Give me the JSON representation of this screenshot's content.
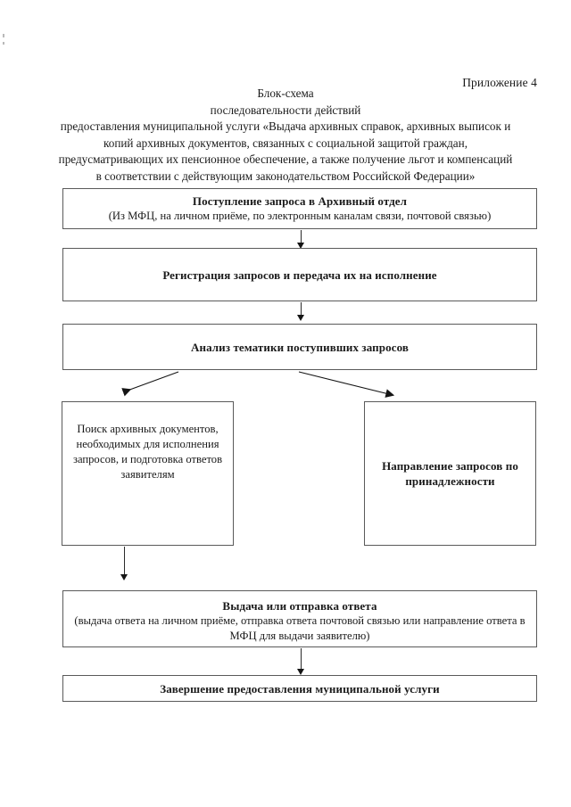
{
  "document": {
    "appendix_label": "Приложение 4",
    "title_lines": [
      "Блок-схема",
      "последовательности действий",
      "предоставления муниципальной услуги «Выдача архивных справок, архивных выписок и",
      "копий архивных документов, связанных с социальной защитой граждан,",
      "предусматривающих их пенсионное обеспечение, а также получение льгот и компенсаций",
      "в соответствии с действующим законодательством Российской Федерации»"
    ]
  },
  "flowchart": {
    "nodes": {
      "intake": {
        "heading": "Поступление запроса в Архивный отдел",
        "detail": "(Из МФЦ, на личном приёме, по электронным каналам связи, почтовой связью)"
      },
      "register": {
        "heading": "Регистрация запросов и передача их на исполнение"
      },
      "analysis": {
        "heading": "Анализ тематики поступивших запросов"
      },
      "search": {
        "detail": "Поиск архивных документов, необходимых для исполнения запросов, и подготовка ответов заявителям"
      },
      "forward": {
        "heading": "Направление запросов по принадлежности"
      },
      "issue": {
        "heading": "Выдача или отправка ответа",
        "detail": "(выдача ответа на личном приёме, отправка ответа почтовой связью или направление ответа в МФЦ для выдачи заявителю)"
      },
      "completion": {
        "heading": "Завершение предоставления муниципальной услуги"
      }
    },
    "connectors": [
      {
        "name": "intake-to-register",
        "type": "vertical-arrow"
      },
      {
        "name": "register-to-analysis",
        "type": "vertical-arrow"
      },
      {
        "name": "analysis-to-search",
        "type": "diagonal-arrow-left"
      },
      {
        "name": "analysis-to-forward",
        "type": "diagonal-arrow-right"
      },
      {
        "name": "search-to-issue",
        "type": "vertical-arrow"
      },
      {
        "name": "issue-to-completion",
        "type": "vertical-arrow"
      }
    ]
  },
  "colors": {
    "page_background": "#ffffff",
    "text": "#1a1a1a",
    "box_border": "#5a5a5a",
    "connector": "#151515"
  }
}
